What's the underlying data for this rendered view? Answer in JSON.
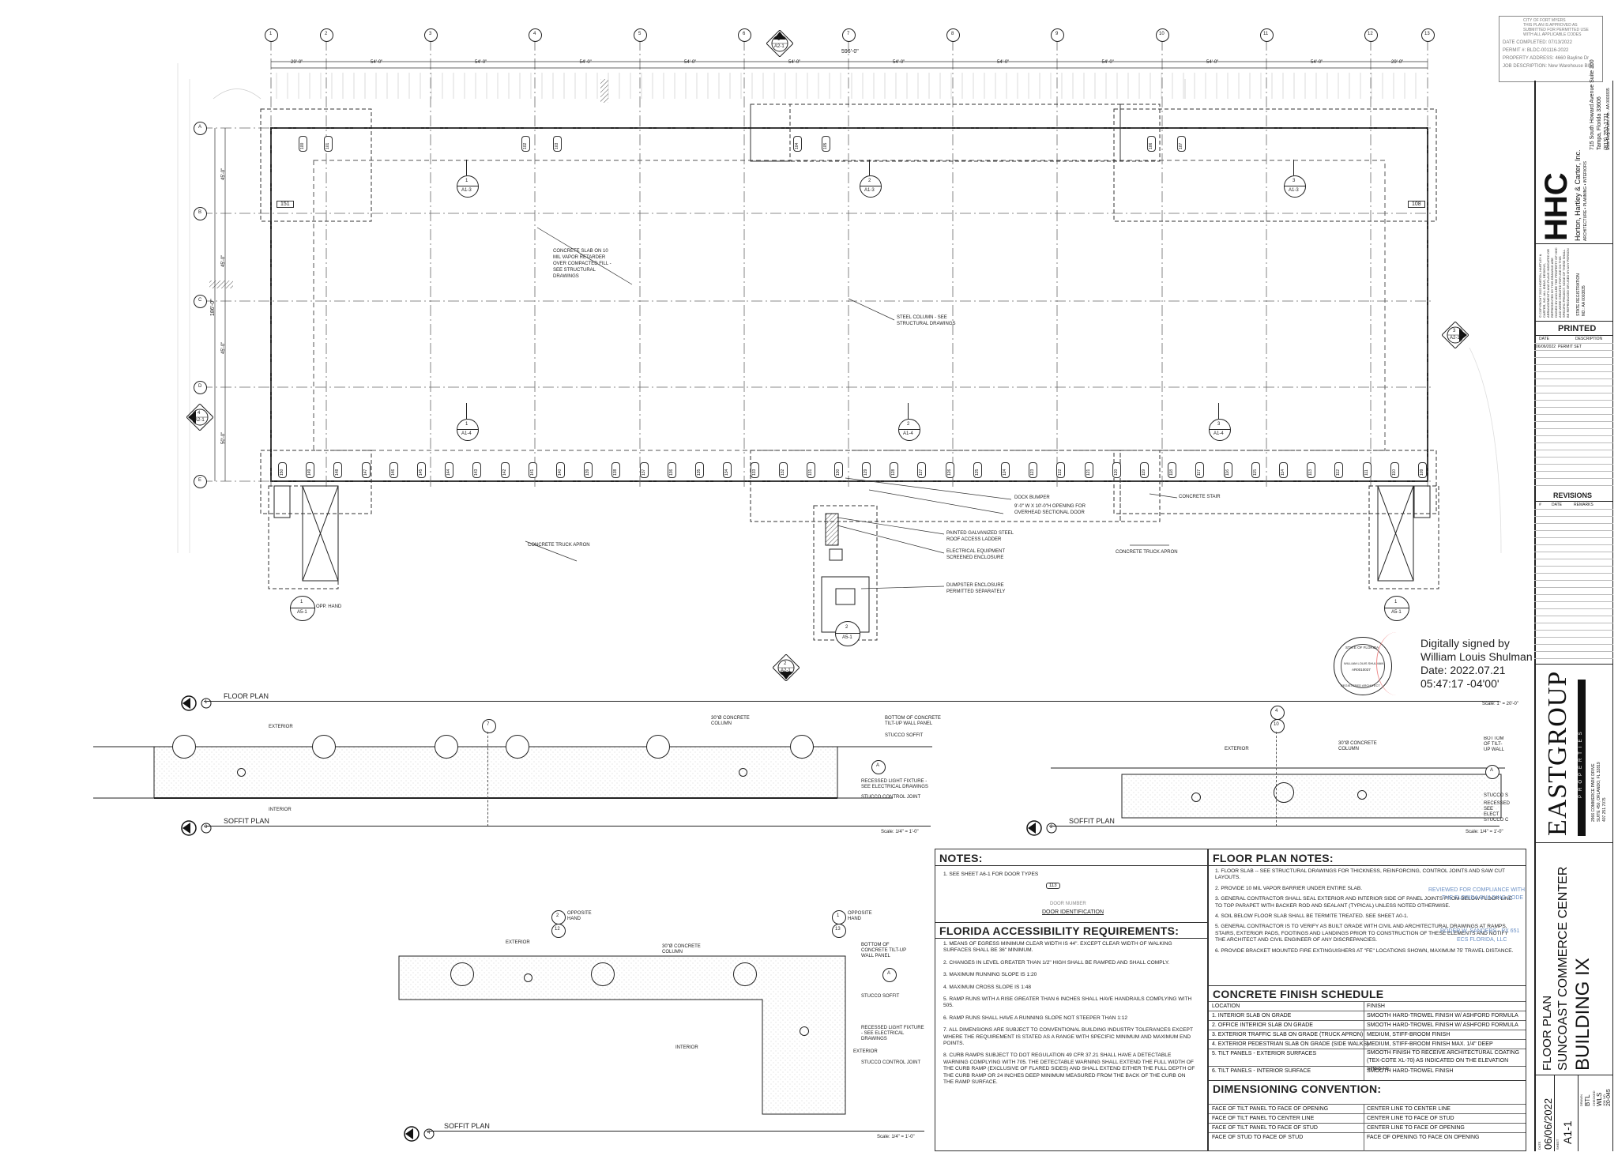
{
  "grid_columns": [
    "1",
    "2",
    "3",
    "4",
    "5",
    "6",
    "7",
    "8",
    "9",
    "10",
    "11",
    "12",
    "13"
  ],
  "grid_rows": [
    "A",
    "B",
    "C",
    "D",
    "E"
  ],
  "column_spacings": [
    "29'-0\"",
    "54'-0\"",
    "54'-0\"",
    "54'-0\"",
    "54'-0\"",
    "54'-0\"",
    "54'-0\"",
    "54'-0\"",
    "54'-0\"",
    "54'-0\"",
    "54'-0\"",
    "29'-0\""
  ],
  "overall_dim": "596'-0\"",
  "row_spacings": [
    "45'-0\"",
    "45'-0\"",
    "45'-0\"",
    "50'-0\""
  ],
  "overall_depth": "186'-0\"",
  "floor_plan": {
    "title": "FLOOR PLAN",
    "number": "1",
    "scale": "Scale: 1\" = 20'-0\"",
    "callouts": [
      {
        "num": "1",
        "sheet": "A1-3"
      },
      {
        "num": "2",
        "sheet": "A1-3"
      },
      {
        "num": "3",
        "sheet": "A1-3"
      },
      {
        "num": "1",
        "sheet": "A1-4"
      },
      {
        "num": "2",
        "sheet": "A1-4"
      },
      {
        "num": "3",
        "sheet": "A1-4"
      }
    ],
    "elev_top": {
      "num": "1",
      "sheet": "A2-1"
    },
    "elev_bottom": {
      "num": "2",
      "sheet": "A2-1"
    },
    "elev_right": {
      "num": "3",
      "sheet": "A2-1"
    },
    "elev_left": {
      "num": "4",
      "sheet": "A2-1"
    },
    "detail_left": {
      "num": "1",
      "sheet": "A5-1",
      "note": "OPP. HAND"
    },
    "detail_mid": {
      "num": "2",
      "sheet": "A5-1"
    },
    "detail_right": {
      "num": "1",
      "sheet": "A5-1"
    },
    "top_doors": [
      "100",
      "101",
      "102",
      "103",
      "104",
      "105",
      "106",
      "107"
    ],
    "side_tags": [
      "151",
      "108"
    ],
    "dock_doors": [
      "150",
      "149",
      "148",
      "147",
      "146",
      "145",
      "144",
      "143",
      "142",
      "141",
      "140",
      "139",
      "138",
      "137",
      "136",
      "135",
      "134",
      "133",
      "132",
      "131",
      "130",
      "129",
      "128",
      "127",
      "126",
      "125",
      "124",
      "123",
      "122",
      "121",
      "120",
      "119",
      "118",
      "117",
      "116",
      "115",
      "114",
      "113",
      "112",
      "111",
      "110",
      "109"
    ],
    "annotations": {
      "slab": "CONCRETE SLAB ON 10 MIL VAPOR RETARDER OVER COMPACTED FILL - SEE STRUCTURAL DRAWINGS",
      "column": "STEEL COLUMN - SEE STRUCTURAL DRAWINGS",
      "dock_bumper": "DOCK BUMPER",
      "opening": "9'-0\" W X 10'-0\"H OPENING FOR OVERHEAD SECTIONAL DOOR",
      "ladder": "PAINTED GALVANIZED STEEL ROOF ACCESS LADDER",
      "electrical": "ELECTRICAL EQUIPMENT SCREENED ENCLOSURE",
      "dumpster": "DUMPSTER ENCLOSURE PERMITTED SEPARATELY",
      "stair": "CONCRETE STAIR",
      "apron_left": "CONCRETE TRUCK APRON",
      "apron_right": "CONCRETE TRUCK APRON"
    }
  },
  "soffit3": {
    "title": "SOFFIT PLAN",
    "number": "3",
    "scale": "Scale: 1/4\" = 1'-0\"",
    "grid": "7",
    "grid_a": "A",
    "exterior": "EXTERIOR",
    "interior": "INTERIOR",
    "notes": [
      "30\"Ø CONCRETE COLUMN",
      "BOTTOM OF CONCRETE TILT-UP WALL PANEL",
      "STUCCO SOFFIT",
      "RECESSED LIGHT FIXTURE - SEE ELECTRICAL DRAWINGS",
      "STUCCO CONTROL JOINT"
    ]
  },
  "soffit2": {
    "title": "SOFFIT PLAN",
    "number": "2",
    "scale": "Scale: 1/4\" = 1'-0\"",
    "grid_top": "4",
    "grid_bottom": "10",
    "grid_a": "A",
    "exterior": "EXTERIOR",
    "notes": [
      "30\"Ø CONCRETE COLUMN",
      "BOTTOM OF TILT-UP WALL",
      "STUCCO S",
      "RECESSED SEE ELECT",
      "STUCCO C"
    ]
  },
  "soffit4": {
    "title": "SOFFIT PLAN",
    "number": "4",
    "scale": "Scale: 1/4\" = 1'-0\"",
    "grid_left_top": "2",
    "grid_left_bottom": "12",
    "grid_left_note": "OPPOSITE HAND",
    "grid_right_top": "1",
    "grid_right_bottom": "13",
    "grid_right_note": "OPPOSITE HAND",
    "grid_a": "A",
    "exterior": "EXTERIOR",
    "interior": "INTERIOR",
    "exterior2": "EXTERIOR",
    "notes": [
      "30\"Ø CONCRETE COLUMN",
      "BOTTOM OF CONCRETE TILT-UP WALL PANEL",
      "STUCCO SOFFIT",
      "RECESSED LIGHT FIXTURE - SEE ELECTRICAL DRAWINGS",
      "STUCCO CONTROL JOINT"
    ]
  },
  "notes_box": {
    "title": "NOTES:",
    "items": [
      "1.   SEE SHEET A6-1 FOR DOOR TYPES"
    ],
    "door_tag": "113",
    "door_number": "DOOR NUMBER",
    "door_identification": "DOOR IDENTIFICATION"
  },
  "accessibility": {
    "title": "FLORIDA ACCESSIBILITY REQUIREMENTS:",
    "items": [
      "1.   MEANS OF EGRESS MINIMUM CLEAR WIDTH IS 44\".  EXCEPT CLEAR WIDTH OF WALKING SURFACES SHALL BE 36\" MINIMUM.",
      "2.   CHANGES IN LEVEL GREATER THAN 1/2\" HIGH SHALL BE RAMPED AND SHALL COMPLY.",
      "3.   MAXIMUM RUNNING SLOPE IS 1:20",
      "4.   MAXIMUM CROSS SLOPE IS 1:48",
      "5.   RAMP RUNS WITH A RISE GREATER THAN 6 INCHES SHALL HAVE HANDRAILS COMPLYING WITH 505.",
      "6.   RAMP RUNS SHALL HAVE A RUNNING SLOPE NOT STEEPER THAN 1:12",
      "7.   ALL DIMENSIONS ARE SUBJECT TO CONVENTIONAL BUILDING INDUSTRY TOLERANCES EXCEPT WHERE THE REQUIREMENT IS  STATED  AS A RANGE WITH SPECIFIC MINIMUM AND MAXIMUM END POINTS.",
      "8.   CURB RAMPS SUBJECT TO DOT REGULATION 49 CFR 37.21 SHALL HAVE A DETECTABLE WARNING COMPLYING WITH 705. THE DETECTABLE WARNING SHALL EXTEND THE FULL WIDTH OF THE CURB RAMP (EXCLUSIVE OF FLARED SIDES) AND SHALL EXTEND EITHER THE FULL DEPTH OF THE CURB RAMP OR 24 INCHES DEEP MINIMUM MEASURED FROM THE BACK OF THE CURB ON THE RAMP SURFACE."
    ]
  },
  "floor_plan_notes": {
    "title": "FLOOR PLAN NOTES:",
    "items": [
      "1.   FLOOR SLAB -- SEE STRUCTURAL  DRAWINGS FOR THICKNESS, REINFORCING, CONTROL JOINTS AND SAW CUT LAYOUTS.",
      "2.   PROVIDE 10 MIL VAPOR BARRIER UNDER ENTIRE SLAB.",
      "3.   GENERAL CONTRACTOR SHALL SEAL EXTERIOR AND INTERIOR SIDE OF PANEL JOINTS FROM BELOW FLOOR LINE TO TOP PARAPET WITH BACKER ROD AND SEALANT (TYPICAL) UNLESS NOTED OTHERWISE.",
      "4.   SOIL BELOW FLOOR SLAB SHALL BE TERMITE TREATED.  SEE SHEET A0-1.",
      "5.   GENERAL CONTRACTOR IS TO VERIFY AS BUILT GRADE WITH CIVIL AND ARCHITECTURAL DRAWINGS AT  RAMPS, STAIRS, EXTERIOR PADS, FOOTINGS  AND LANDINGS PRIOR TO CONSTRUCTION OF  THESE ELEMENTS AND NOTIFY THE  ARCHITECT AND CIVIL ENGINEER OF ANY DISCREPANCIES.",
      "6.   PROVIDE BRACKET MOUNTED FIRE EXTINGUISHERS AT \"FE\" LOCATIONS SHOWN, MAXIMUM 75' TRAVEL DISTANCE."
    ]
  },
  "finish_schedule": {
    "title": "CONCRETE FINISH SCHEDULE",
    "headers": [
      "LOCATION",
      "FINISH"
    ],
    "rows": [
      [
        "1. INTERIOR SLAB ON GRADE",
        "SMOOTH HARD-TROWEL FINISH W/ ASHFORD FORMULA"
      ],
      [
        "2. OFFICE INTERIOR SLAB ON GRADE",
        "SMOOTH HARD-TROWEL FINISH W/ ASHFORD FORMULA"
      ],
      [
        "3. EXTERIOR TRAFFIC SLAB ON GRADE (TRUCK APRON)",
        "MEDIUM, STIFF-BROOM FINISH"
      ],
      [
        "4. EXTERIOR PEDESTRIAN SLAB ON GRADE (SIDE WALKS)",
        "MEDIUM, STIFF-BROOM FINISH MAX. 1/4\" DEEP"
      ],
      [
        "5. TILT PANELS - EXTERIOR SURFACES",
        "SMOOTH FINISH TO RECEIVE ARCHITECTURAL COATING (TEX-COTE XL-70) AS INDICATED ON THE ELEVATION SHEETS"
      ],
      [
        "6. TILT PANELS - INTERIOR SURFACE",
        "SMOOTH HARD-TROWEL FINISH"
      ]
    ]
  },
  "dimensioning": {
    "title": "DIMENSIONING CONVENTION:",
    "rows": [
      [
        "FACE OF TILT PANEL TO FACE OF OPENING",
        "CENTER LINE TO CENTER LINE"
      ],
      [
        "FACE OF TILT PANEL TO CENTER LINE",
        "CENTER LINE TO FACE OF STUD"
      ],
      [
        "FACE OF TILT PANEL TO FACE OF STUD",
        "CENTER LINE TO FACE OF OPENING"
      ],
      [
        "FACE OF STUD TO FACE OF STUD",
        "FACE OF OPENING TO FACE ON OPENING"
      ]
    ]
  },
  "signature": {
    "line1": "Digitally signed by",
    "line2": "William Louis Shulman",
    "line3": "Date: 2022.07.21",
    "line4": "05:47:17 -04'00'"
  },
  "seal": {
    "top": "STATE OF FLORIDA",
    "name": "WILLIAM LOUIS SHULMAN",
    "number": "AR0010037",
    "bottom": "REGISTERED ARCHITECT"
  },
  "review_stamp": {
    "line1": "REVIEWED FOR COMPLIANCE WITH",
    "line2": "THE FLORIDA BUILDING CODE",
    "name": "RODER W. SANDERS - PX 651",
    "company": "ECS FLORIDA, LLC"
  },
  "permit_stamp": {
    "line0": "CITY OF FORT MYERS",
    "line1": "THIS PLAN IS APPROVED AS",
    "line2": "SUBMITTED FOR PERMITTED USE",
    "line3": "WITH ALL APPLICABLE CODES",
    "line4": "DATE COMPLETED: 07/13/2022",
    "line5": "PERMIT #: BLDC-001116-2022",
    "line6": "PROPERTY ADDRESS: 4660 Bayline Dr",
    "line7": "JOB DESCRIPTION: New Warehouse Bldg"
  },
  "title_block": {
    "firm": "HHC",
    "firm_name": "Horton, Hartley & Carter, Inc.",
    "firm_tagline": "ARCHITECTURE • PLANNING • INTERIORS",
    "address1": "715 South Howard Avenue Suite 100",
    "address2": "Tampa, Florida 33606",
    "phone": "(813) 251-1711",
    "state_reg": "State Registration No.: AA 0003835",
    "copyright": "© COPYRIGHT 2022 HORTON, HARTLEY & CARTER, INC. ALL IDEAS, DESIGNS, ARRANGEMENTS AND PLANS INDICATED OR REPRESENTED BY THIS DRAWING ARE OWNED BY AND ARE THE PROPERTY OF HHC AND WERE CREATED FOR USE ON THIS SPECIFIC PROJECT. NONE OF THESE SHALL BE REPRODUCED OR USED BY ANY PERSON WITHOUT WRITTEN PERMISSION.",
    "state_registration_label": "STATE REGISTRATION",
    "state_registration_no": "NO.: AA 0003835",
    "printed_title": "PRINTED",
    "printed_headers": [
      "DATE",
      "DESCRIPTION"
    ],
    "printed_rows": [
      [
        "06/06/2022",
        "PERMIT SET"
      ]
    ],
    "revisions_title": "REVISIONS",
    "revisions_headers": [
      "#",
      "DATE",
      "REMARKS"
    ],
    "client": "EASTGROUP",
    "client_sub": "PROPERTIES",
    "client_addr1": "2966 COMMERCE PARK DRIVE",
    "client_addr2": "SUITE 450, ORLANDO, FL 32819",
    "client_phone": "407.251.7075",
    "project": "SUNCOAST COMMERCE CENTER",
    "building": "BUILDING IX",
    "sheet_title": "FLOOR PLAN",
    "date_label": "DATE",
    "date": "06/06/2022",
    "drawn_label": "DRAWN",
    "drawn": "BTL",
    "checked_label": "CHECKED",
    "checked": "WLS",
    "job_label": "JOB NO.",
    "job": "20-045",
    "sheet_label": "SHEET",
    "sheet": "A1-1"
  }
}
